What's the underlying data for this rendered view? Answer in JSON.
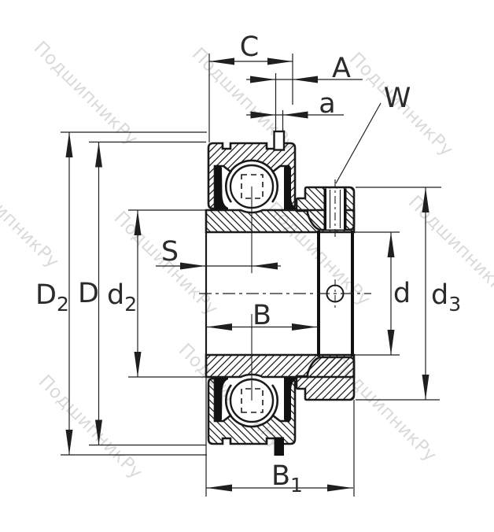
{
  "drawing": {
    "type": "bearing-cross-section-technical-drawing",
    "watermark_text": "ПодшипникРу",
    "labels": {
      "C": "C",
      "A": "A",
      "a": "a",
      "W": "W",
      "S": "S",
      "B": "B",
      "d": "d",
      "D": "D",
      "B1": {
        "base": "B",
        "sub": "1"
      },
      "D2": {
        "base": "D",
        "sub": "2"
      },
      "d2": {
        "base": "d",
        "sub": "2"
      },
      "d3": {
        "base": "d",
        "sub": "3"
      }
    }
  }
}
